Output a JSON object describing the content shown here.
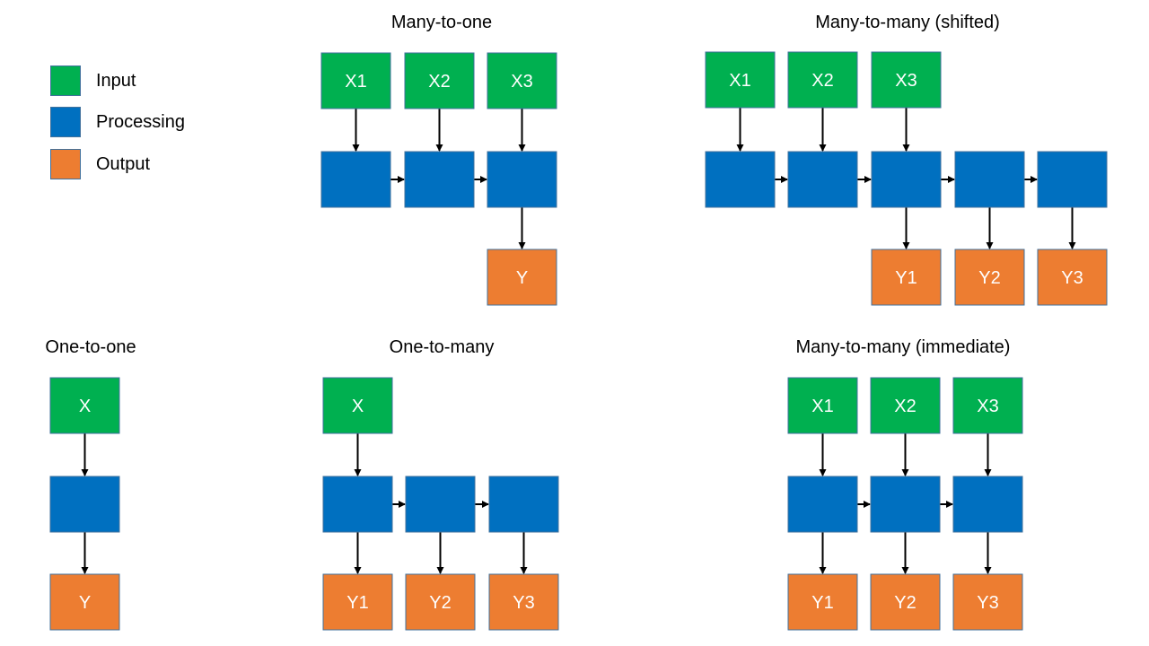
{
  "legend": {
    "input_label": "Input",
    "processing_label": "Processing",
    "output_label": "Output"
  },
  "colors": {
    "input": "#00b050",
    "processing": "#0070c0",
    "output": "#ed7d31",
    "box_border": "#41719c",
    "arrow": "#000000",
    "text_on_box": "#ffffff"
  },
  "titles": {
    "many_to_one": "Many-to-one",
    "many_to_many_shifted": "Many-to-many (shifted)",
    "one_to_one": "One-to-one",
    "one_to_many": "One-to-many",
    "many_to_many_immediate": "Many-to-many (immediate)"
  },
  "diagrams": [
    {
      "id": "many-to-one",
      "inputs": [
        "X1",
        "X2",
        "X3"
      ],
      "processing_count": 3,
      "outputs": [
        "Y"
      ]
    },
    {
      "id": "many-to-many-shifted",
      "inputs": [
        "X1",
        "X2",
        "X3"
      ],
      "processing_count": 5,
      "outputs": [
        "Y1",
        "Y2",
        "Y3"
      ]
    },
    {
      "id": "one-to-one",
      "inputs": [
        "X"
      ],
      "processing_count": 1,
      "outputs": [
        "Y"
      ]
    },
    {
      "id": "one-to-many",
      "inputs": [
        "X"
      ],
      "processing_count": 3,
      "outputs": [
        "Y1",
        "Y2",
        "Y3"
      ]
    },
    {
      "id": "many-to-many-immediate",
      "inputs": [
        "X1",
        "X2",
        "X3"
      ],
      "processing_count": 3,
      "outputs": [
        "Y1",
        "Y2",
        "Y3"
      ]
    }
  ]
}
